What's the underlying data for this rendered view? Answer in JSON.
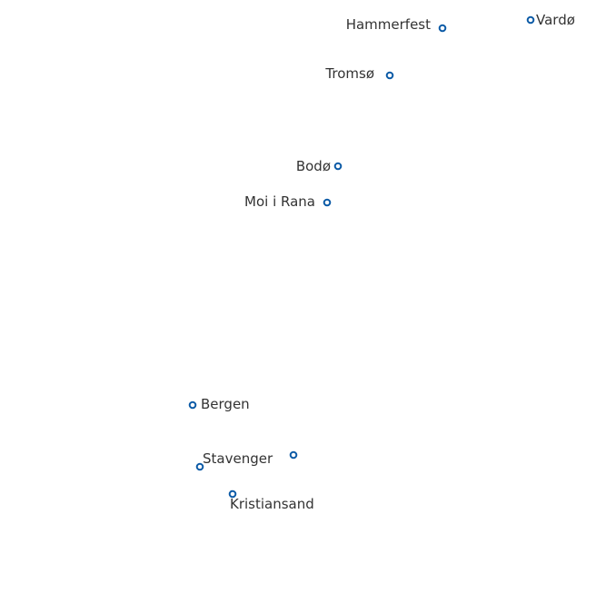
{
  "map": {
    "marker_color": "#0b5aa6",
    "label_color": "#333333",
    "background": "#ffffff",
    "cities": [
      {
        "id": "hammerfest",
        "label": "Hammerfest"
      },
      {
        "id": "vardo",
        "label": "Vardø"
      },
      {
        "id": "tromso",
        "label": "Tromsø"
      },
      {
        "id": "bodo",
        "label": "Bodø"
      },
      {
        "id": "mo-i-rana",
        "label": "Moi i Rana"
      },
      {
        "id": "bergen",
        "label": "Bergen"
      },
      {
        "id": "stavanger",
        "label": "Stavenger"
      },
      {
        "id": "kristiansand",
        "label": "Kristiansand"
      }
    ],
    "unlabeled_markers": [
      {
        "id": "oslo"
      }
    ]
  }
}
